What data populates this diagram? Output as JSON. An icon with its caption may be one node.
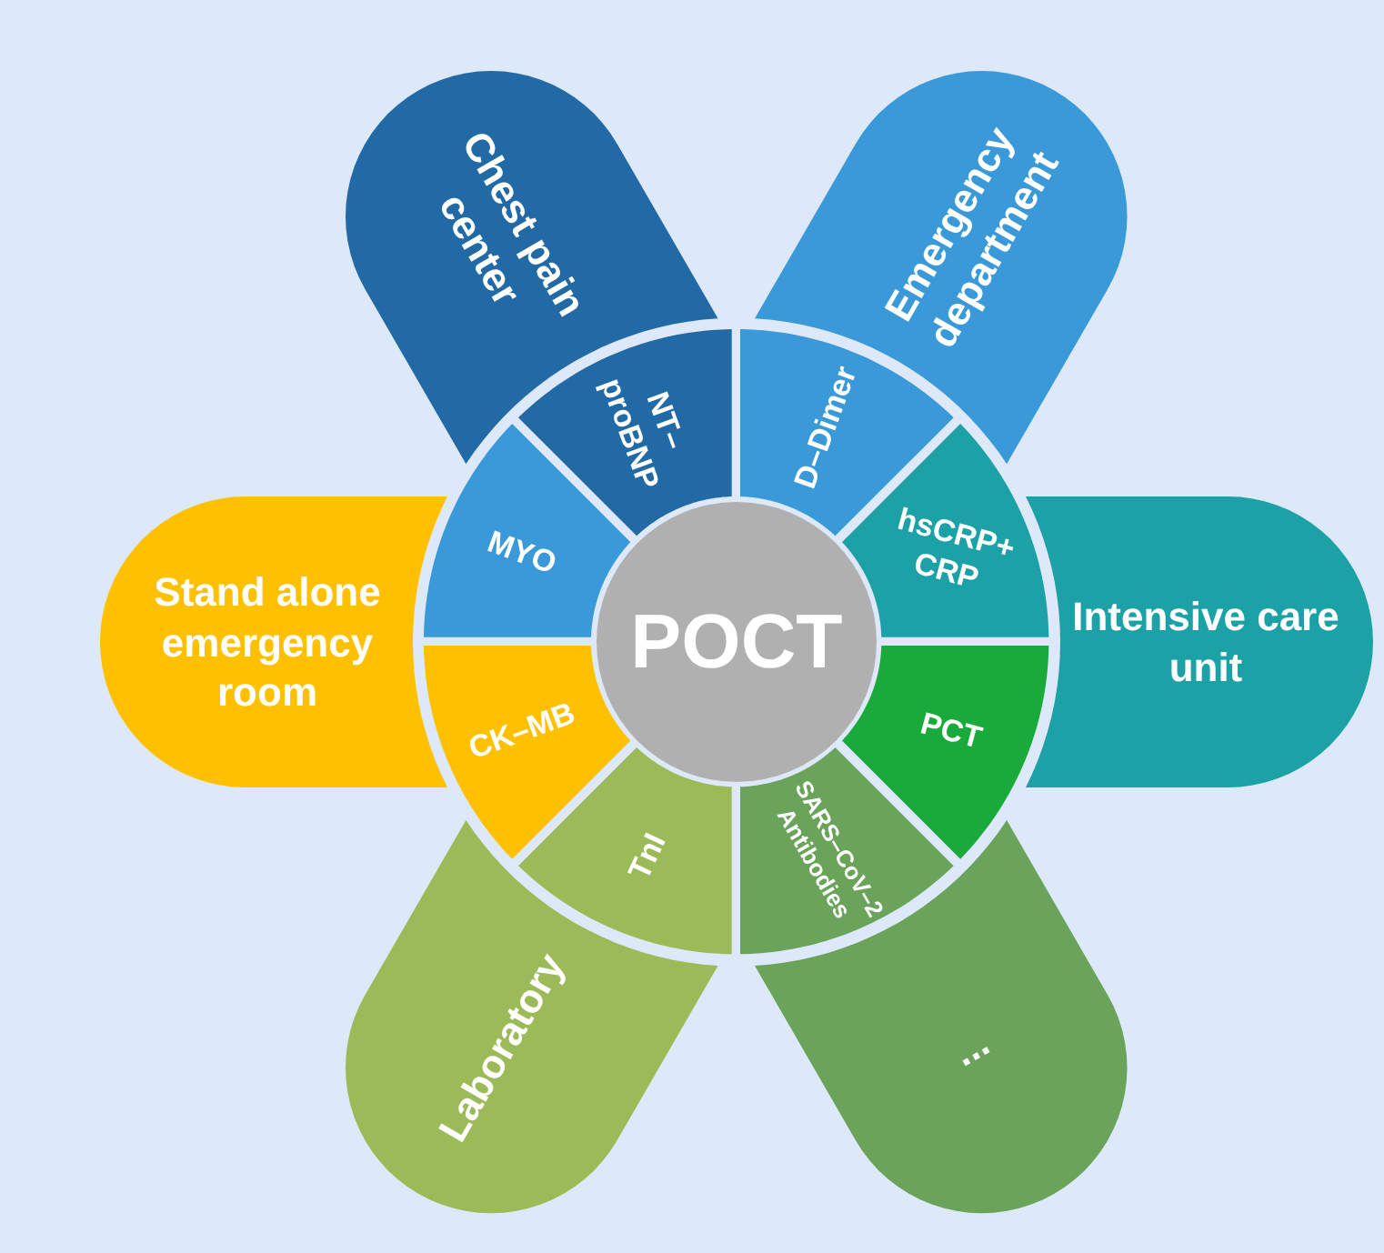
{
  "diagram": {
    "nodes": [
      {
        "text": [
          "Chest pain center"
        ]
      },
      {
        "text": [
          "Emergency department"
        ]
      },
      {
        "text": [
          "Intensive care unit"
        ]
      },
      {
        "text": [
          "..."
        ]
      },
      {
        "text": [
          "Laboratory"
        ]
      },
      {
        "text": [
          "Stand alone emergency room"
        ]
      },
      {
        "text": [
          "NT–proBNP"
        ]
      },
      {
        "text": [
          "D–Dimer"
        ]
      },
      {
        "text": [
          "hsCRP+ CRP"
        ]
      },
      {
        "text": [
          "PCT"
        ]
      },
      {
        "text": [
          "SARS–CoV–2 Antibodies"
        ]
      },
      {
        "text": [
          "TnI"
        ]
      },
      {
        "text": [
          "CK–MB"
        ]
      },
      {
        "text": [
          "MYO"
        ]
      },
      {
        "text": [
          "POCT"
        ]
      }
    ],
    "edges": []
  }
}
